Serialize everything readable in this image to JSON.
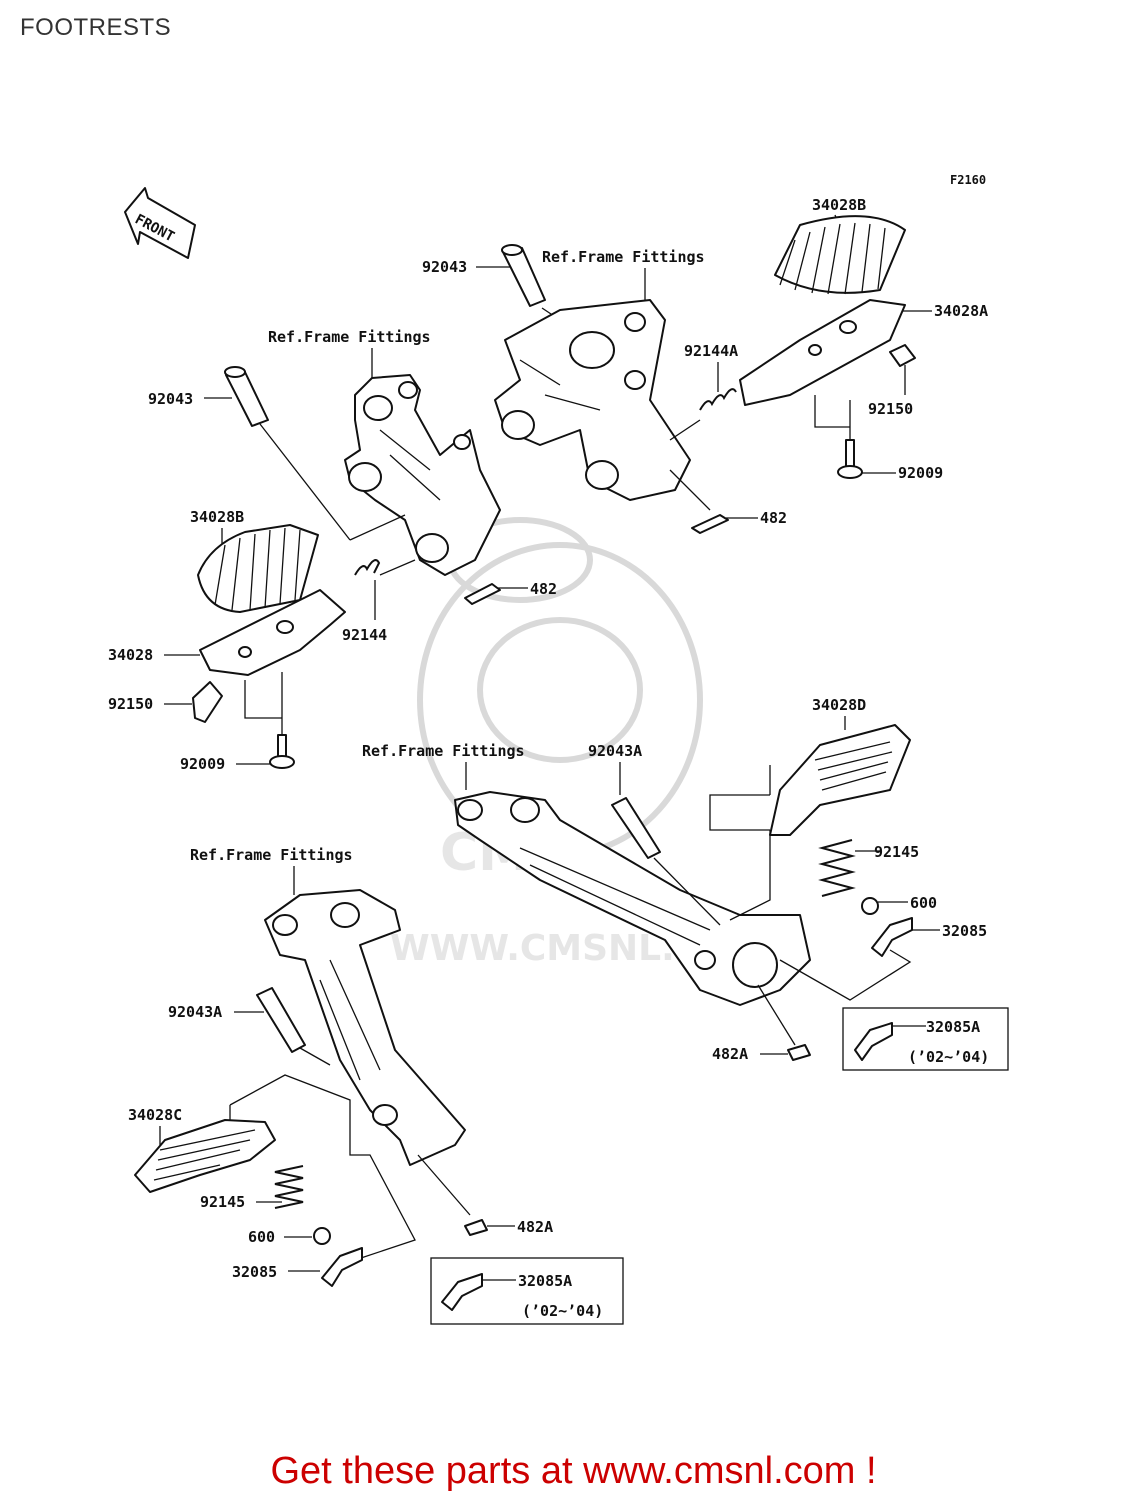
{
  "page": {
    "title": "FOOTRESTS",
    "footer_link_text": "Get these parts at www.cmsnl.com !"
  },
  "diagram": {
    "figure_code": "F2160",
    "front_marker": "FRONT",
    "watermark": "WWW.CMSNL.COM",
    "refs": [
      "Ref.Frame Fittings",
      "Ref.Frame Fittings",
      "Ref.Frame Fittings",
      "Ref.Frame Fittings"
    ],
    "labels": {
      "a_92043": "92043",
      "b_34028B": "34028B",
      "c_34028A": "34028A",
      "d_92144A": "92144A",
      "e_92150": "92150",
      "f_92009": "92009",
      "g_482": "482",
      "h_92043": "92043",
      "i_34028B": "34028B",
      "j_482": "482",
      "k_92144": "92144",
      "l_34028": "34028",
      "m_92150": "92150",
      "n_92009": "92009",
      "o_92043A": "92043A",
      "p_34028D": "34028D",
      "q_92145": "92145",
      "r_600": "600",
      "s_32085": "32085",
      "t_32085A": "32085A",
      "u_years": "(’02~’04)",
      "v_482A": "482A",
      "w_92043A": "92043A",
      "x_34028C": "34028C",
      "y_92145": "92145",
      "z_600": "600",
      "za_32085": "32085",
      "zb_482A": "482A",
      "zc_32085A": "32085A",
      "zd_years": "(’02~’04)"
    }
  }
}
